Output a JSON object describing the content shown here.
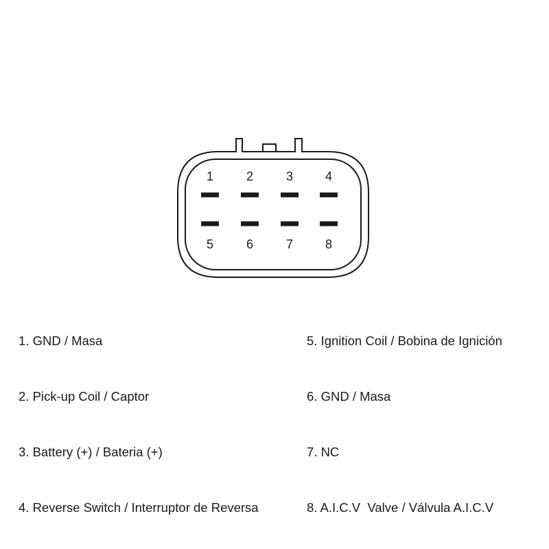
{
  "diagram": {
    "pins_top": [
      "1",
      "2",
      "3",
      "4"
    ],
    "pins_bottom": [
      "5",
      "6",
      "7",
      "8"
    ],
    "outline_color": "#1a1a1a",
    "terminal_color": "#1a1a1a"
  },
  "legend": {
    "left": [
      "1. GND / Masa",
      "2. Pick-up Coil / Captor",
      "3. Battery (+) / Bateria (+)",
      "4. Reverse Switch / Interruptor de Reversa"
    ],
    "right": [
      "5. Ignition Coil / Bobina de Ignición",
      "6. GND / Masa",
      "7. NC",
      "8. A.I.C.V  Valve / Válvula A.I.C.V"
    ]
  }
}
